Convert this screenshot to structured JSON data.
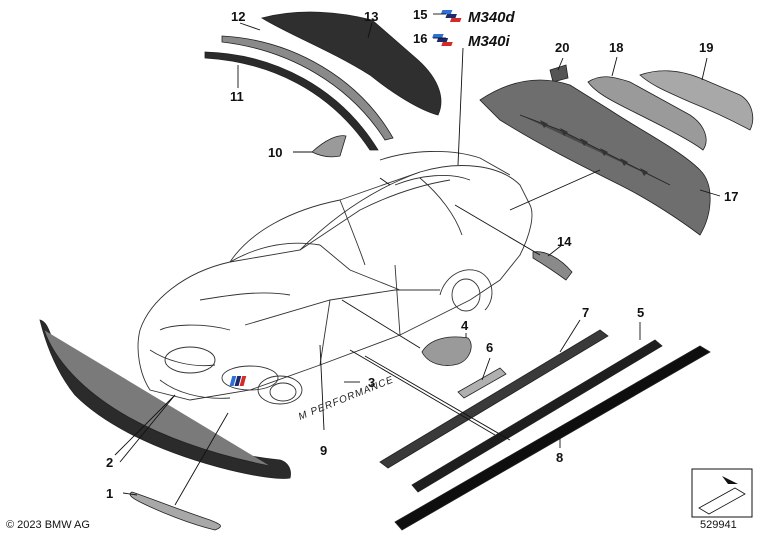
{
  "copyright": "© 2023 BMW AG",
  "diagram_id": "529941",
  "emblems": {
    "m340d": "M340d",
    "m340i": "M340i",
    "performance": "M PERFORMANCE"
  },
  "callouts": {
    "c1": "1",
    "c2": "2",
    "c3": "3",
    "c4": "4",
    "c5": "5",
    "c6": "6",
    "c7": "7",
    "c8": "8",
    "c9": "9",
    "c10": "10",
    "c11": "11",
    "c12": "12",
    "c13": "13",
    "c14": "14",
    "c15": "15",
    "c16": "16",
    "c17": "17",
    "c18": "18",
    "c19": "19",
    "c20": "20"
  },
  "colors": {
    "part_dark": "#2b2b2b",
    "part_mid": "#6e6e6e",
    "part_light": "#a8a8a8",
    "m_blue": "#2f6fd6",
    "m_navy": "#1b2a6b",
    "m_red": "#d42a2a"
  }
}
